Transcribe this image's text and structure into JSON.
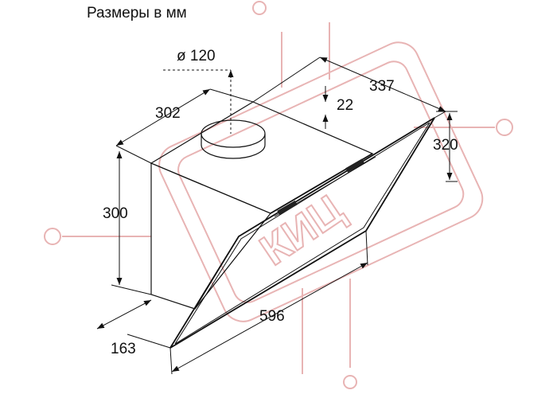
{
  "title": "Размеры в мм",
  "watermark": {
    "text": "КИЦ",
    "color": "#e8b4b4"
  },
  "dimensions": {
    "duct_diameter": "ø 120",
    "width_top": "337",
    "depth_top": "302",
    "offset_small": "22",
    "glass_height": "320",
    "body_height": "300",
    "total_width": "596",
    "bottom_depth": "163"
  }
}
